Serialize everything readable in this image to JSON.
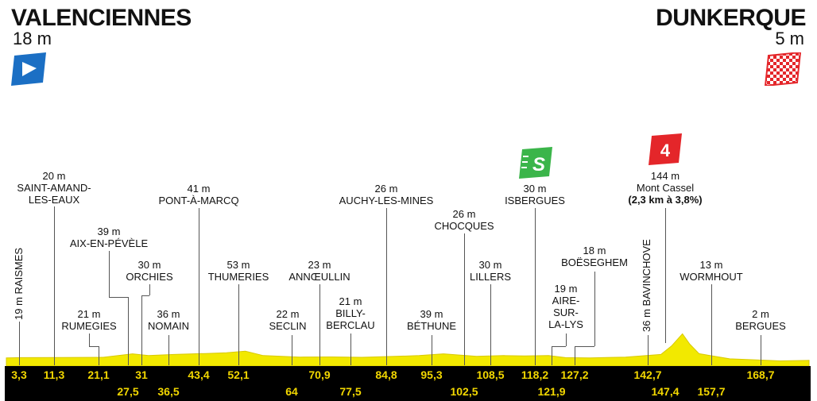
{
  "start": {
    "city": "VALENCIENNES",
    "altitude": "18 m"
  },
  "finish": {
    "city": "DUNKERQUE",
    "altitude": "5 m"
  },
  "colors": {
    "profile": "#f2e900",
    "bar": "#000000",
    "km_text": "#f2d700",
    "start_flag": "#1b6fc4",
    "sprint": "#3bb54a",
    "climb_cat": "#e4262a",
    "finish_flag": "#e4262a"
  },
  "sprint": {
    "icon": "sprint-icon",
    "label": "S"
  },
  "climb": {
    "category": "4",
    "name": "Mont Cassel",
    "altitude": "144 m",
    "detail": "(2,3 km à 3,8%)"
  },
  "waypoints": [
    {
      "name": "RAISMES",
      "altitude": "19 m",
      "km": "3,3"
    },
    {
      "name": "SAINT-AMAND-LES-EAUX",
      "line1": "SAINT-AMAND-",
      "line2": "LES-EAUX",
      "altitude": "20 m",
      "km": "11,3"
    },
    {
      "name": "RUMEGIES",
      "altitude": "21 m",
      "km": "21,1"
    },
    {
      "name": "AIX-EN-PÉVÈLE",
      "altitude": "39 m",
      "km": "27,5"
    },
    {
      "name": "ORCHIES",
      "altitude": "30 m",
      "km": "31"
    },
    {
      "name": "NOMAIN",
      "altitude": "36 m",
      "km": "36,5"
    },
    {
      "name": "PONT-À-MARCQ",
      "altitude": "41 m",
      "km": "43,4"
    },
    {
      "name": "THUMERIES",
      "altitude": "53 m",
      "km": "52,1"
    },
    {
      "name": "SECLIN",
      "altitude": "22 m",
      "km": "64"
    },
    {
      "name": "ANNŒULLIN",
      "altitude": "23 m",
      "km": "70,9"
    },
    {
      "name": "BILLY-BERCLAU",
      "line1": "BILLY-",
      "line2": "BERCLAU",
      "altitude": "21 m",
      "km": "77,5"
    },
    {
      "name": "AUCHY-LES-MINES",
      "altitude": "26 m",
      "km": "84,8"
    },
    {
      "name": "BÉTHUNE",
      "altitude": "39 m",
      "km": "95,3"
    },
    {
      "name": "CHOCQUES",
      "altitude": "26 m",
      "km": "102,5"
    },
    {
      "name": "LILLERS",
      "altitude": "30 m",
      "km": "108,5"
    },
    {
      "name": "ISBERGUES",
      "altitude": "30 m",
      "km": "118,2"
    },
    {
      "name": "AIRE-SUR-LA-LYS",
      "line1": "AIRE-",
      "line2": "SUR-",
      "line3": "LA-LYS",
      "altitude": "19 m",
      "km": "121,9"
    },
    {
      "name": "BOËSEGHEM",
      "altitude": "18 m",
      "km": "127,2"
    },
    {
      "name": "BAVINCHOVE",
      "altitude": "36 m",
      "km": "142,7"
    },
    {
      "name": "Mont Cassel",
      "altitude": "144 m",
      "km": "147,4"
    },
    {
      "name": "WORMHOUT",
      "altitude": "13 m",
      "km": "157,7"
    },
    {
      "name": "BERGUES",
      "altitude": "2 m",
      "km": "168,7"
    }
  ],
  "profile": [
    [
      0,
      18
    ],
    [
      3.3,
      19
    ],
    [
      11.3,
      20
    ],
    [
      21.1,
      21
    ],
    [
      27.5,
      39
    ],
    [
      31,
      30
    ],
    [
      36.5,
      36
    ],
    [
      43.4,
      41
    ],
    [
      48,
      45
    ],
    [
      52.1,
      53
    ],
    [
      56,
      30
    ],
    [
      64,
      22
    ],
    [
      70.9,
      23
    ],
    [
      77.5,
      21
    ],
    [
      84.8,
      26
    ],
    [
      90,
      30
    ],
    [
      95.3,
      39
    ],
    [
      102.5,
      26
    ],
    [
      108.5,
      30
    ],
    [
      113,
      28
    ],
    [
      118.2,
      30
    ],
    [
      121.9,
      19
    ],
    [
      127.2,
      18
    ],
    [
      135,
      22
    ],
    [
      142.7,
      36
    ],
    [
      145,
      80
    ],
    [
      147.4,
      144
    ],
    [
      149,
      90
    ],
    [
      151,
      40
    ],
    [
      157.7,
      13
    ],
    [
      163,
      8
    ],
    [
      168.7,
      2
    ],
    [
      175,
      5
    ]
  ]
}
